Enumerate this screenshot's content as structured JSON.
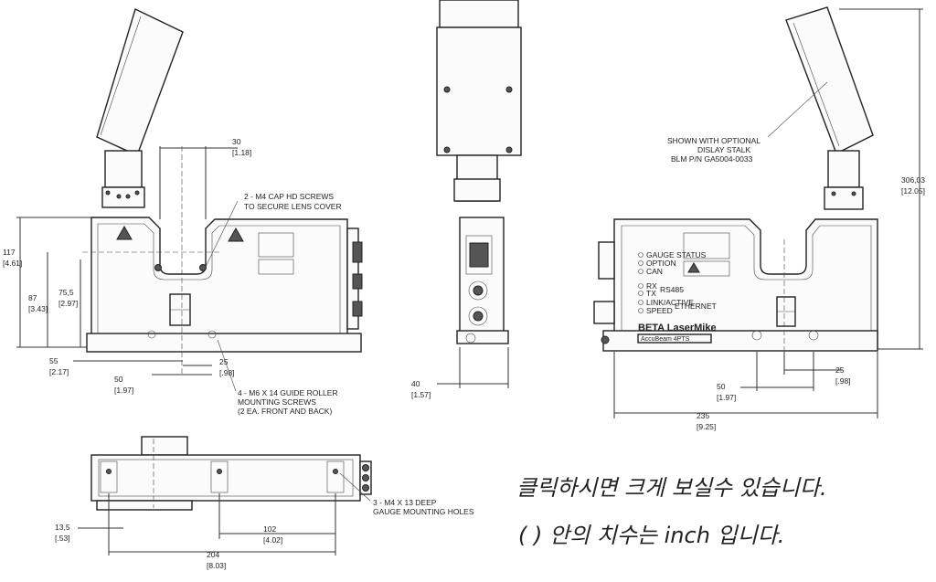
{
  "dims": {
    "d30": "30",
    "d30i": "[1.18]",
    "d117": "117",
    "d117i": "[4.61]",
    "d87": "87",
    "d87i": "[3.43]",
    "d755": "75,5",
    "d755i": "[2.97]",
    "d55": "55",
    "d55i": "[2.17]",
    "d25a": "25",
    "d25ai": "[.98]",
    "d50a": "50",
    "d50ai": "[1.97]",
    "d40": "40",
    "d40i": "[1.57]",
    "d306": "306,03",
    "d306i": "[12.05]",
    "d25b": "25",
    "d25bi": "[.98]",
    "d50b": "50",
    "d50bi": "[1.97]",
    "d235": "235",
    "d235i": "[9.25]",
    "d135": "13,5",
    "d135i": "[.53]",
    "d102": "102",
    "d102i": "[4.02]",
    "d204": "204",
    "d204i": "[8.03]"
  },
  "notes": {
    "screws1": "2 - M4 CAP HD SCREWS",
    "screws2": "TO SECURE LENS COVER",
    "guide1": "4 - M6 X 14 GUIDE ROLLER",
    "guide2": "MOUNTING SCREWS",
    "guide3": "(2 EA. FRONT AND BACK)",
    "stalk1": "SHOWN WITH OPTIONAL",
    "stalk2": "DISLAY STALK",
    "stalk3": "BLM P/N GA5004-0033",
    "gauge1": "3 - M4 X 13 DEEP",
    "gauge2": "GAUGE MOUNTING HOLES"
  },
  "panel_labels": {
    "l1": "GAUGE STATUS",
    "l2": "OPTION",
    "l3": "CAN",
    "l4": "RX",
    "l5": "TX",
    "l6": "RS485",
    "l7": "LINK/ACTIVE",
    "l8": "SPEED",
    "l9": "ETHERNET"
  },
  "brand": {
    "name": "BETA LaserMike",
    "model": "AccuBeam 4PTS"
  },
  "captions": {
    "line1": "클릭하시면 크게 보실수 있습니다.",
    "line2": "( ) 안의 치수는 inch 입니다."
  }
}
